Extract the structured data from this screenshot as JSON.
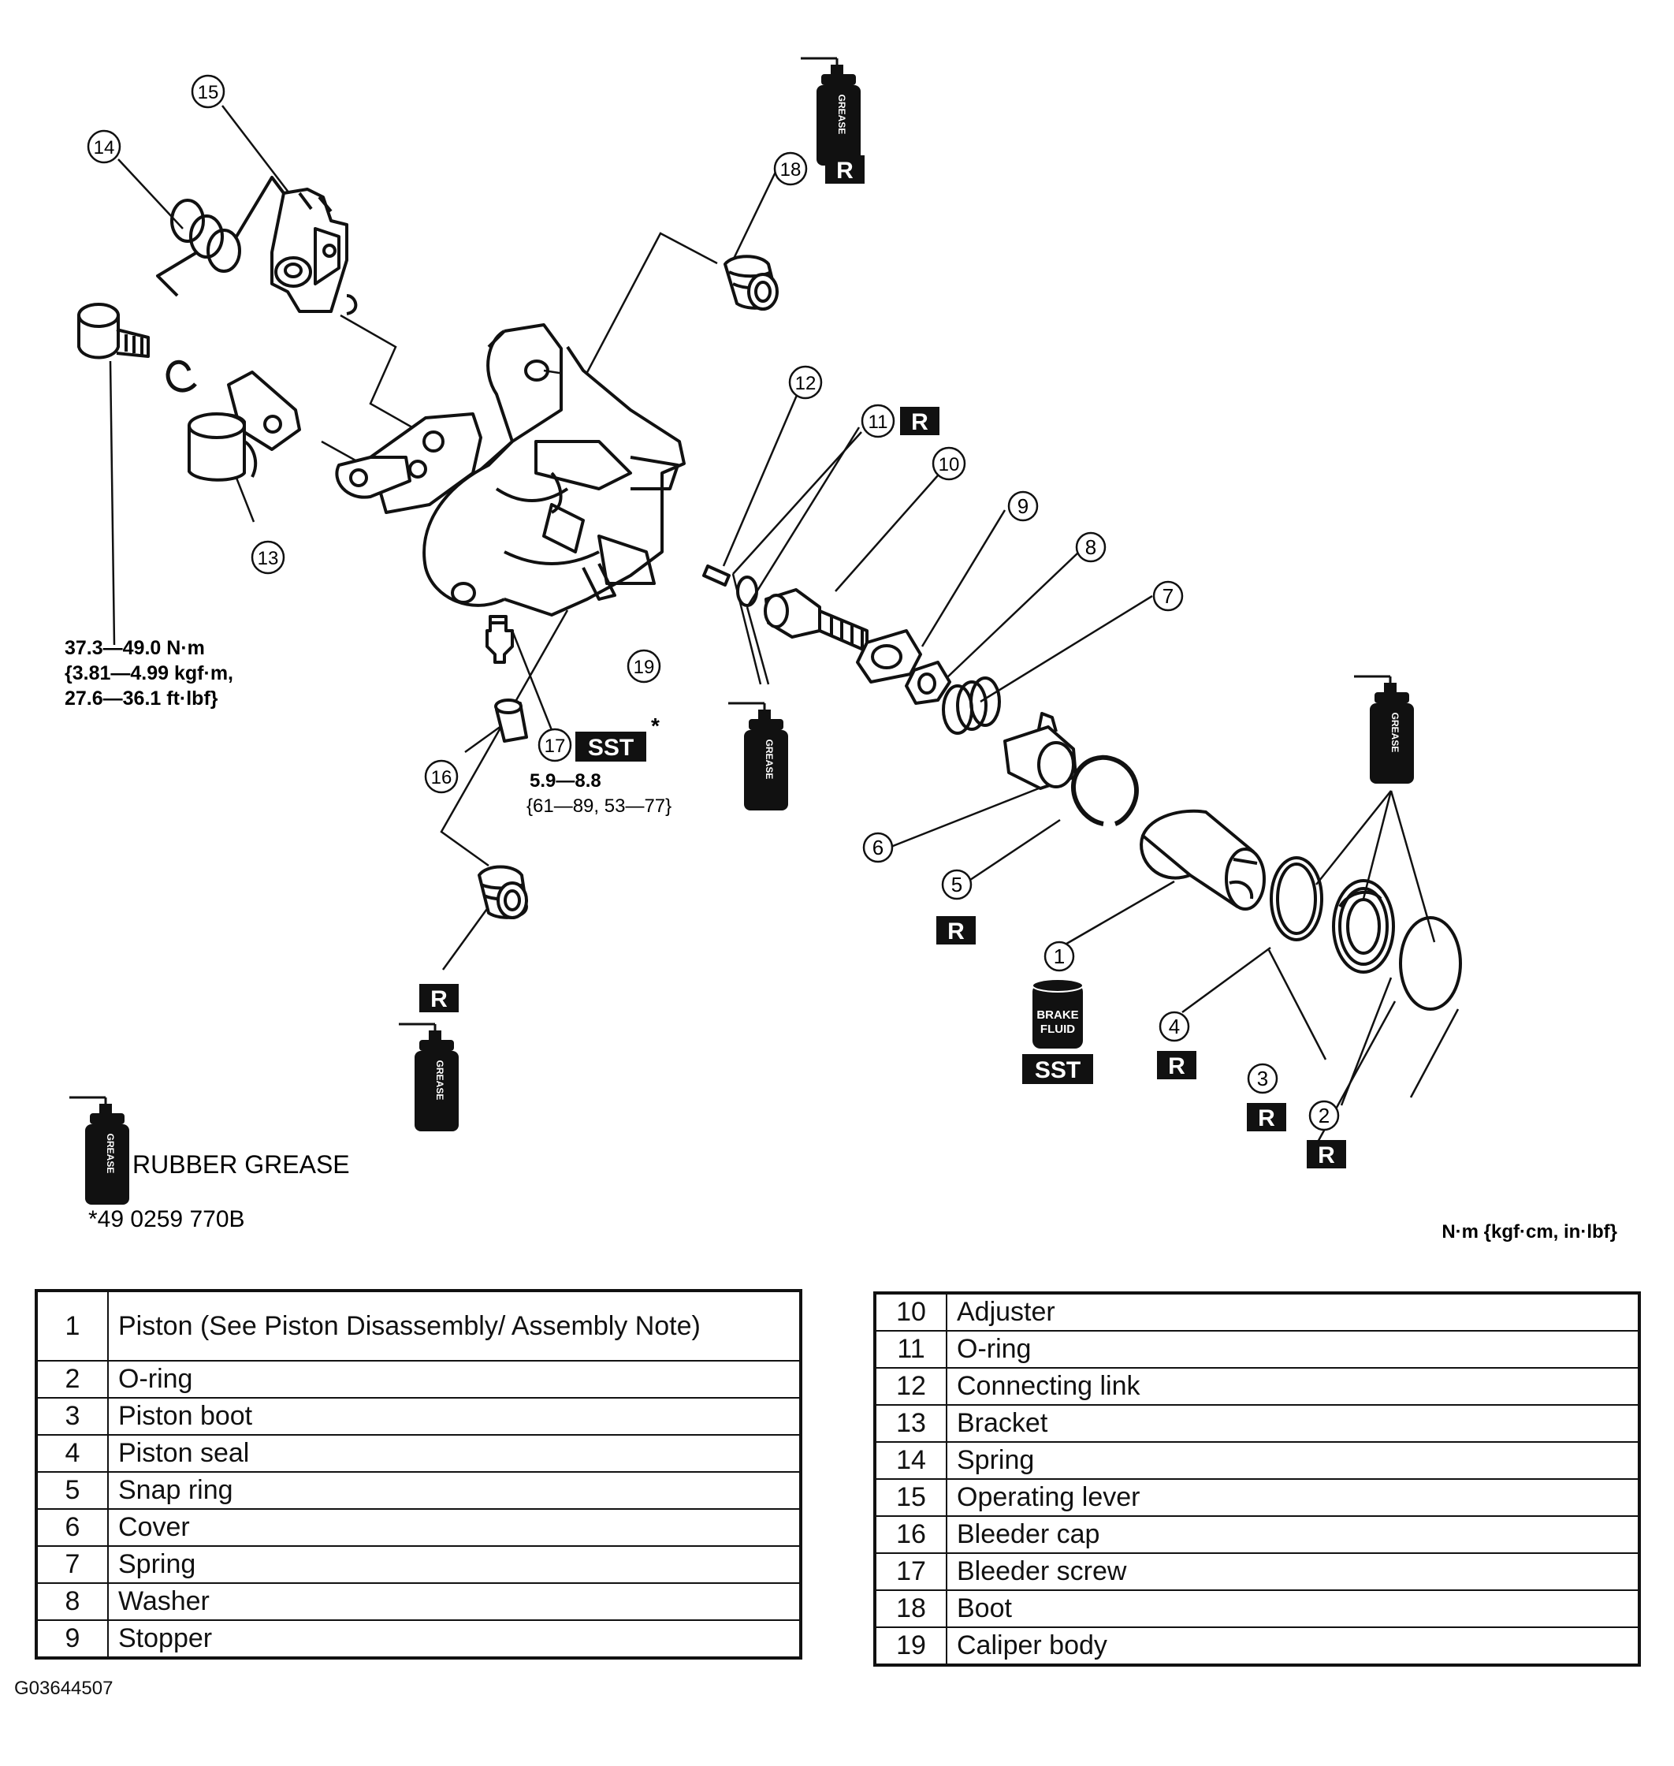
{
  "callouts": [
    "1",
    "2",
    "3",
    "4",
    "5",
    "6",
    "7",
    "8",
    "9",
    "10",
    "11",
    "12",
    "13",
    "14",
    "15",
    "16",
    "17",
    "18",
    "19"
  ],
  "badges": {
    "replace": "R",
    "sst": "SST"
  },
  "grease_can_label": "GREASE",
  "brake_fluid_can_label": [
    "BRAKE",
    "FLUID"
  ],
  "torque_bolt": [
    "37.3—49.0 N·m",
    "{3.81—4.99 kgf·m,",
    "27.6—36.1 ft·lbf}"
  ],
  "torque_bleeder": [
    "5.9—8.8",
    "{61—89, 53—77}"
  ],
  "sst_asterisk": "*",
  "legend_rubber_grease": "RUBBER GREASE",
  "sst_note": "*49 0259 770B",
  "torque_units": "N·m {kgf·cm, in·lbf}",
  "figure_code": "G03644507",
  "parts_left": [
    {
      "num": "1",
      "name": "Piston (See Piston Disassembly/ Assembly Note)"
    },
    {
      "num": "2",
      "name": "O-ring"
    },
    {
      "num": "3",
      "name": "Piston boot"
    },
    {
      "num": "4",
      "name": "Piston seal"
    },
    {
      "num": "5",
      "name": "Snap ring"
    },
    {
      "num": "6",
      "name": "Cover"
    },
    {
      "num": "7",
      "name": "Spring"
    },
    {
      "num": "8",
      "name": "Washer"
    },
    {
      "num": "9",
      "name": "Stopper"
    }
  ],
  "parts_right": [
    {
      "num": "10",
      "name": "Adjuster"
    },
    {
      "num": "11",
      "name": "O-ring"
    },
    {
      "num": "12",
      "name": "Connecting link"
    },
    {
      "num": "13",
      "name": "Bracket"
    },
    {
      "num": "14",
      "name": "Spring"
    },
    {
      "num": "15",
      "name": "Operating lever"
    },
    {
      "num": "16",
      "name": "Bleeder cap"
    },
    {
      "num": "17",
      "name": "Bleeder screw"
    },
    {
      "num": "18",
      "name": "Boot"
    },
    {
      "num": "19",
      "name": "Caliper body"
    }
  ]
}
